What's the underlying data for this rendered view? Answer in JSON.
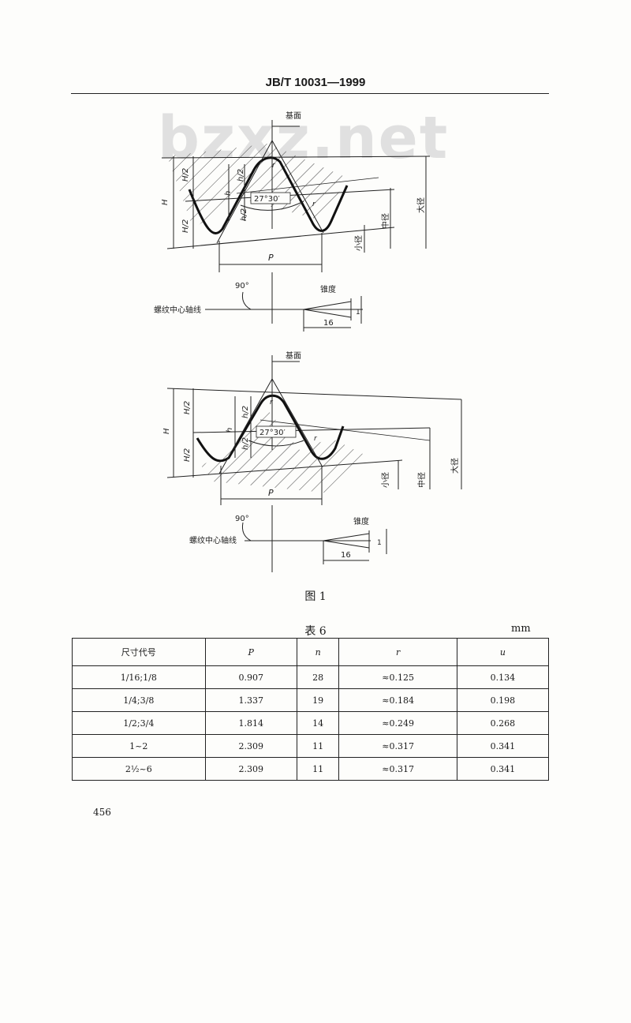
{
  "header": {
    "standard_no": "JB/T 10031—1999"
  },
  "watermark": {
    "text": "bzxz.net"
  },
  "figure": {
    "caption": "图 1",
    "upper": {
      "datum": "基面",
      "H": "H",
      "H_half": "H/2",
      "h": "h",
      "h_half": "h/2",
      "r": "r",
      "angle": "27°30′",
      "P": "P",
      "major_dia": "大径",
      "pitch_dia": "中径",
      "minor_dia": "小径",
      "right_angle": "90°",
      "axis_label": "螺纹中心轴线",
      "taper_label": "锥度",
      "taper_len": "16",
      "taper_rise": "1"
    },
    "lower": {
      "datum": "基面",
      "H": "H",
      "H_half": "H/2",
      "h": "h",
      "h_half": "h/2",
      "r": "r",
      "angle": "27°30′",
      "P": "P",
      "major_dia": "大径",
      "pitch_dia": "中径",
      "minor_dia": "小径",
      "right_angle": "90°",
      "axis_label": "螺纹中心轴线",
      "taper_label": "锥度",
      "taper_len": "16",
      "taper_rise": "1"
    }
  },
  "table": {
    "title": "表 6",
    "unit": "mm",
    "headers": [
      "尺寸代号",
      "P",
      "n",
      "r",
      "u"
    ],
    "rows": [
      [
        "1/16;1/8",
        "0.907",
        "28",
        "≈0.125",
        "0.134"
      ],
      [
        "1/4;3/8",
        "1.337",
        "19",
        "≈0.184",
        "0.198"
      ],
      [
        "1/2;3/4",
        "1.814",
        "14",
        "≈0.249",
        "0.268"
      ],
      [
        "1~2",
        "2.309",
        "11",
        "≈0.317",
        "0.341"
      ],
      [
        "2½~6",
        "2.309",
        "11",
        "≈0.317",
        "0.341"
      ]
    ]
  },
  "page_number": "456"
}
